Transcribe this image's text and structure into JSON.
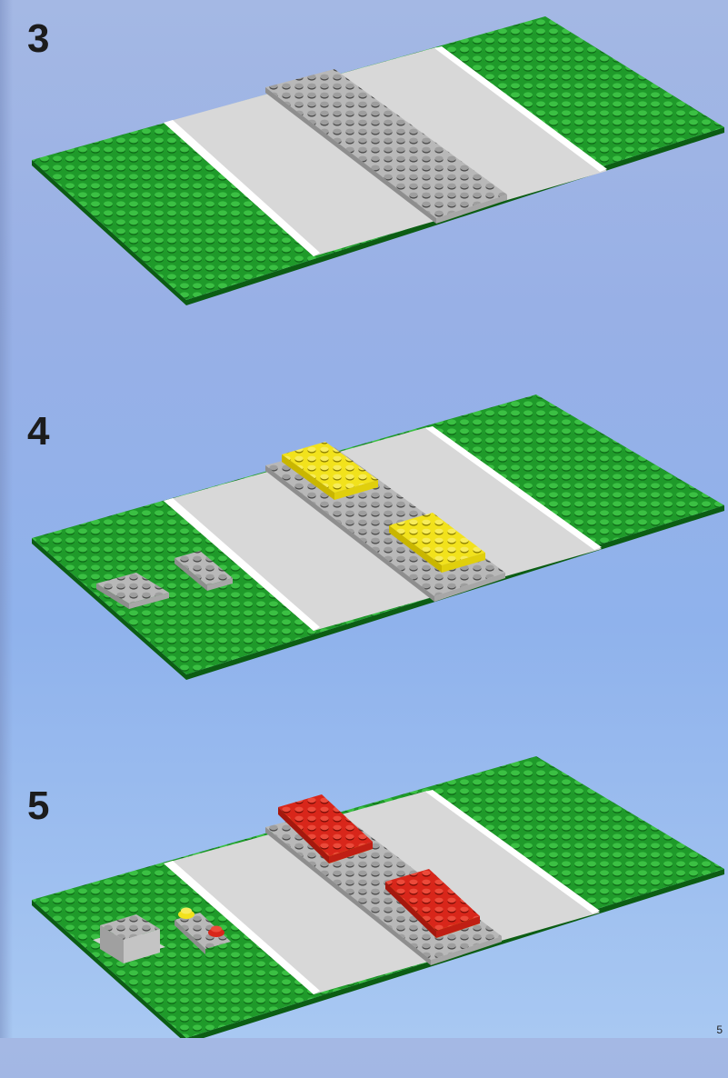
{
  "steps": [
    {
      "number": "3",
      "extras": []
    },
    {
      "number": "4",
      "extras": [
        "yellow-plate",
        "yellow-plate",
        "grey-tile-row",
        "grey-tile-row"
      ]
    },
    {
      "number": "5",
      "extras": [
        "red-plate",
        "red-plate",
        "grey-block",
        "yellow-round-stud",
        "red-round-stud"
      ]
    }
  ],
  "page_number": "5",
  "colors": {
    "background": "#9cb4e8",
    "baseplate_green": "#1f9a2a",
    "road_grey": "#d6d6d6",
    "median_grey": "#bdbdbd",
    "yellow": "#f2e21c",
    "red": "#d8261a"
  }
}
